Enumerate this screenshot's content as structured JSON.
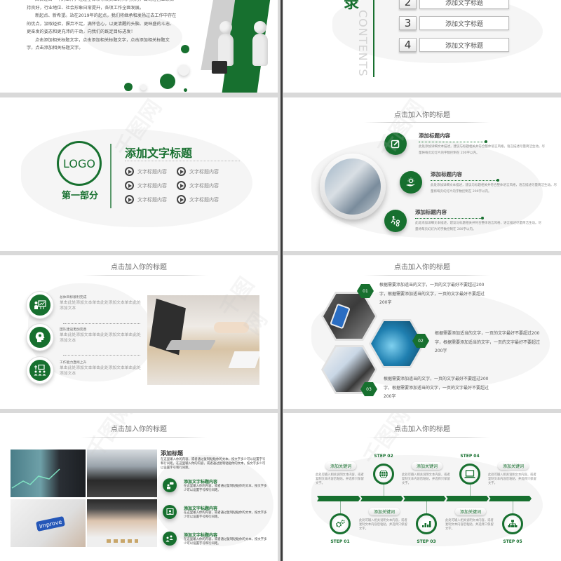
{
  "theme": {
    "accent": "#17702f",
    "divider": "#3b3b3b",
    "background": "#d9d9d9"
  },
  "watermark": "千图网",
  "slide1": {
    "paragraphs": [
      "回首过去一年的工作，经过全体领导及员工的共同努力，公司经营业绩保持良好，行业地位、社会形象日渐提升，各项工作全面发展。",
      "新起点、新希望。站在2019年的起点，我们将继承和发扬过去工作中存在的优点，汲取经验，摒弃不足，满怀信心，以更清醒的头脑、更旺盛的斗志、更奋发的姿态和更充沛的干劲，向我们的既定目标进发！",
      "点击添加相关标题文字，点击添加相关标题文字，点击添加相关标题文字，点击添加相关标题文字。"
    ]
  },
  "slide2": {
    "heading_char": "录",
    "vertical_label": "CONTENTS",
    "items": [
      {
        "num": "2",
        "label": "添加文字标题"
      },
      {
        "num": "3",
        "label": "添加文字标题"
      },
      {
        "num": "4",
        "label": "添加文字标题"
      }
    ]
  },
  "slide3": {
    "logo": "LOGO",
    "part": "第一部分",
    "heading": "添加文字标题",
    "items": [
      "文字标题内容",
      "文字标题内容",
      "文字标题内容",
      "文字标题内容",
      "文字标题内容",
      "文字标题内容"
    ]
  },
  "slide4": {
    "title": "点击加入你的标题",
    "blocks": [
      {
        "icon": "edit-icon",
        "title": "添加标题内容",
        "desc": "此处添加详细文本描述，建议与标题相关并符合整体语言风格，语言描述尽量简洁生动。尽量将每页幻灯片的字数控制在 200字以内。"
      },
      {
        "icon": "lightbulb-hand-icon",
        "title": "添加标题内容",
        "desc": "此处添加详细文本描述，建议与标题相关并符合整体语言风格，语言描述尽量简洁生动。尽量将每页幻灯片的字数控制在 200字以内。"
      },
      {
        "icon": "runner-gears-icon",
        "title": "添加标题内容",
        "desc": "此处添加详细文本描述，建议与标题相关并符合整体语言风格，语言描述尽量简洁生动。尽量将每页幻灯片的字数控制在 200字以内。"
      }
    ]
  },
  "slide5": {
    "title": "点击加入你的标题",
    "entries": [
      {
        "icon": "presentation-chart-icon",
        "title": "总体目标顺利完成",
        "desc": "单击此处添加文本单击此处添加文本单击此处添加文本"
      },
      {
        "icon": "head-idea-icon",
        "title": "团队建设更加完善",
        "desc": "单击此处添加文本单击此处添加文本单击此处添加文本"
      },
      {
        "icon": "team-board-icon",
        "title": "工作能力直线上升",
        "desc": "单击此处添加文本单击此处添加文本单击此处添加文本"
      }
    ]
  },
  "slide6": {
    "title": "点击加入你的标题",
    "items": [
      {
        "num": "01",
        "text": "根据需要添加适当的文字，一页的文字最好不要超过200字，根据需要添加适当的文字，一页的文字最好不要超过200字"
      },
      {
        "num": "02",
        "text": "根据需要添加适当的文字，一页的文字最好不要超过200字，根据需要添加适当的文字，一页的文字最好不要超过200字"
      },
      {
        "num": "03",
        "text": "根据需要添加适当的文字，一页的文字最好不要超过200字，根据需要添加适当的文字，一页的文字最好不要超过200字"
      }
    ]
  },
  "slide7": {
    "title": "点击加入你的标题",
    "photo_keyword": "improve",
    "heading": "添加标题",
    "intro": "在这里输入你的内容，或者通过复制粘贴你的文本，按文字多少可以设置字号和行间距。在这里输入你的内容，或者通过复制粘贴你的文本，按文字多少可以设置字号和行间距。",
    "items": [
      {
        "icon": "person-chat-icon",
        "title": "添加文字标题内容",
        "desc": "在这里输入你的内容，或者通过复制粘贴你的文本，按文字多少可以设置字号和行间距。"
      },
      {
        "icon": "presenter-screen-icon",
        "title": "添加文字标题内容",
        "desc": "在这里输入你的内容，或者通过复制粘贴你的文本，按文字多少可以设置字号和行间距。"
      },
      {
        "icon": "people-group-icon",
        "title": "添加文字标题内容",
        "desc": "在这里输入你的内容，或者通过复制粘贴你的文本，按文字多少可以设置字号和行间距。"
      }
    ]
  },
  "slide8": {
    "title": "点击加入你的标题",
    "steps": [
      {
        "label": "STEP 01",
        "icon": "gears-icon"
      },
      {
        "label": "STEP 02",
        "icon": "globe-icon"
      },
      {
        "label": "STEP 03",
        "icon": "bar-chart-icon"
      },
      {
        "label": "STEP 04",
        "icon": "laptop-icon"
      },
      {
        "label": "STEP 05",
        "icon": "org-chart-icon"
      }
    ],
    "keywords": [
      {
        "label": "添加关键词",
        "desc": "此处可输入相关说明文本内容，或者复制文本内容后粘贴，并选择只保留文字。"
      },
      {
        "label": "添加关键词",
        "desc": "此处可输入相关说明文本内容，或者复制文本内容后粘贴，并选择只保留文字。"
      },
      {
        "label": "添加关键词",
        "desc": "此处可输入相关说明文本内容，或者复制文本内容后粘贴，并选择只保留文字。"
      },
      {
        "label": "添加关键词",
        "desc": "此处可输入相关说明文本内容，或者复制文本内容后粘贴，并选择只保留文字。"
      },
      {
        "label": "添加关键词",
        "desc": "此处可输入相关说明文本内容，或者复制文本内容后粘贴，并选择只保留文字。"
      }
    ]
  }
}
